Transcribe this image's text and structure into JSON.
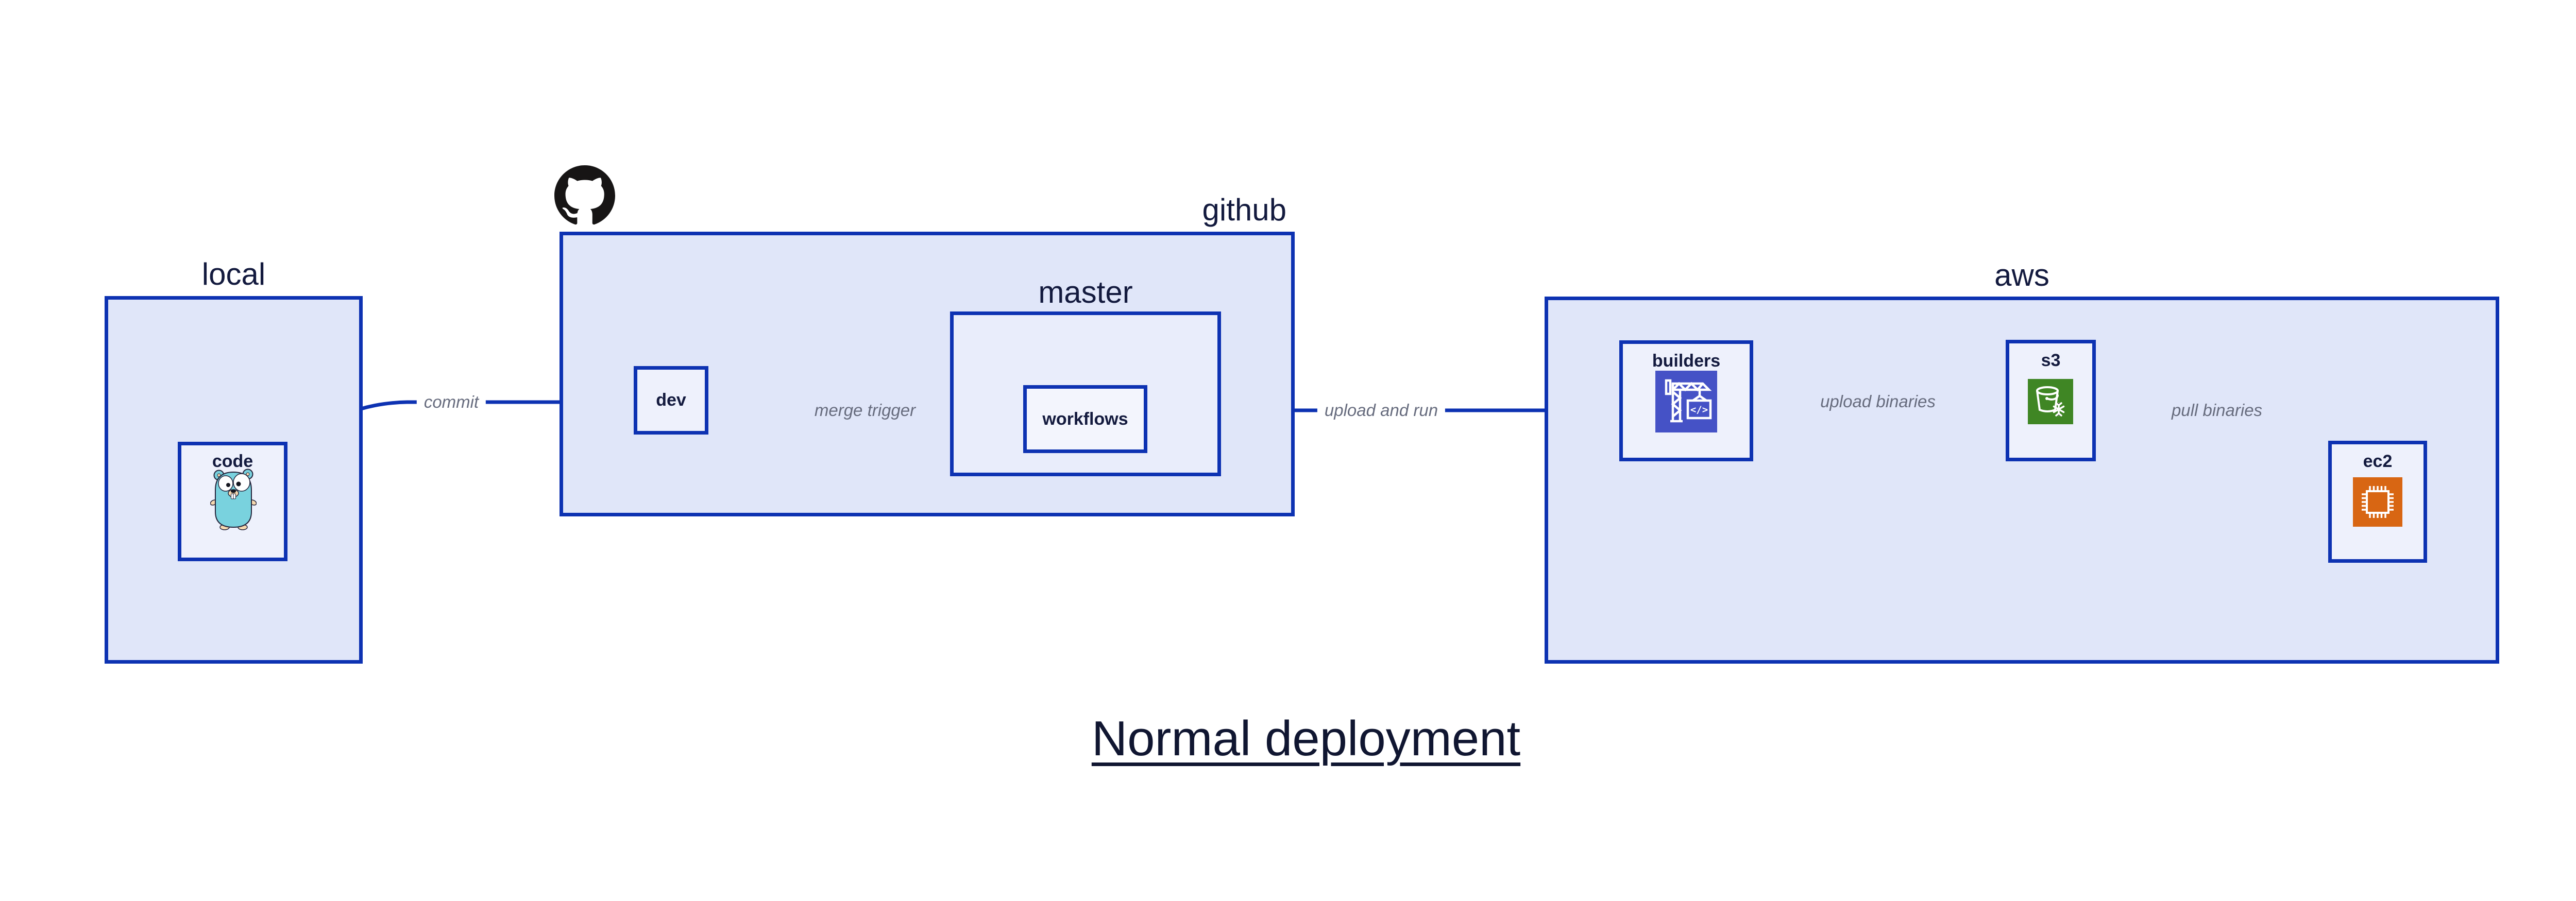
{
  "title": {
    "text": "Normal deployment"
  },
  "colors": {
    "stroke": "#0D32B2",
    "fill_l1": "#E0E6F9",
    "fill_l2": "#E9EDFB",
    "fill_l3": "#F3F5FD",
    "fill_leaf": "#EEF1FC",
    "label": "#131A3E",
    "edge_label": "#676C7E",
    "canvas_bg": "#FFFFFF",
    "octocat": "#171515",
    "gopher_body": "#79D2DE",
    "gopher_skin": "#F6D8AE",
    "builders_bg": "#4552C6",
    "s3_bg": "#3F8624",
    "ec2_bg": "#D86613",
    "icon_stroke": "#FFFFFF"
  },
  "containers": {
    "local": {
      "label": "local"
    },
    "github": {
      "label": "github"
    },
    "master": {
      "label": "master"
    },
    "aws": {
      "label": "aws"
    }
  },
  "nodes": {
    "code": {
      "label": "code",
      "icon": "go-gopher-icon"
    },
    "dev": {
      "label": "dev"
    },
    "workflows": {
      "label": "workflows"
    },
    "builders": {
      "label": "builders",
      "icon": "aws-codebuild-crane-icon"
    },
    "s3": {
      "label": "s3",
      "icon": "aws-s3-bucket-icon"
    },
    "ec2": {
      "label": "ec2",
      "icon": "aws-ec2-chip-icon"
    }
  },
  "edges": {
    "commit": {
      "label": "commit"
    },
    "merge_trigger": {
      "label": "merge trigger"
    },
    "upload_and_run": {
      "label": "upload and run"
    },
    "upload_binaries": {
      "label": "upload binaries"
    },
    "pull_binaries": {
      "label": "pull binaries"
    }
  },
  "logos": {
    "github": "github-octocat-logo"
  },
  "icon_glyph": {
    "builders_code": "</>"
  }
}
